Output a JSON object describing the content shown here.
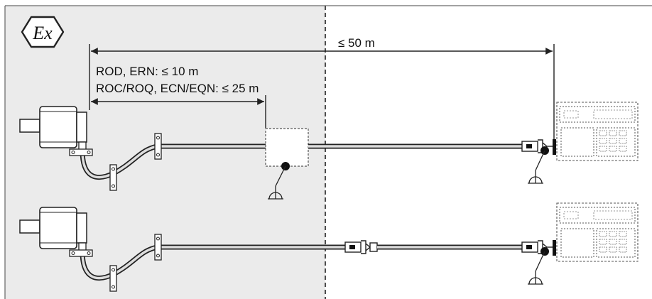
{
  "labels": {
    "ex_mark": "Ex",
    "total_length": "≤ 50 m",
    "length_rod_ern": "ROD, ERN: ≤ 10 m",
    "length_roc_ecn": "ROC/ROQ, ECN/EQN: ≤ 25 m"
  },
  "colors": {
    "hazard_zone": "#ebebeb",
    "line": "#222222",
    "background": "#ffffff"
  },
  "icons": {
    "ex_mark": "atex-explosion-protection-icon",
    "ground": "ground-symbol-icon",
    "encoder": "rotary-encoder-icon",
    "cable_clamp": "cable-clamp-icon",
    "junction_box": "junction-box-icon",
    "connector": "plug-connector-icon",
    "control": "control-unit-icon"
  }
}
